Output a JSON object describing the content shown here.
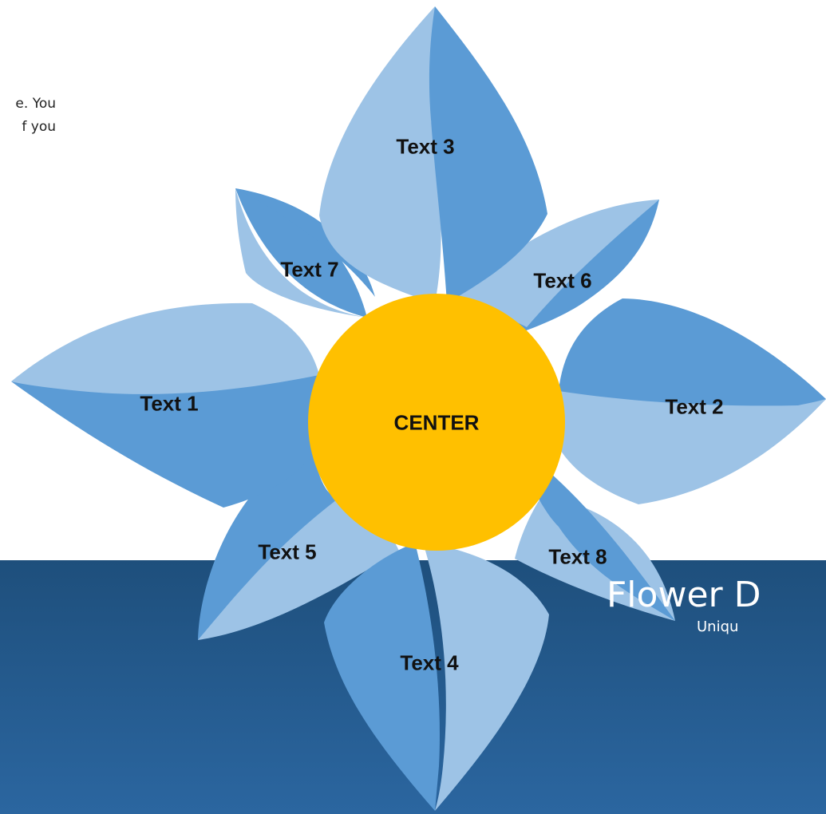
{
  "intro_fragments": [
    "e. You",
    "f you"
  ],
  "center_label": "CENTER",
  "petals": [
    {
      "id": "text-3",
      "label": "Text 3"
    },
    {
      "id": "text-6",
      "label": "Text 6"
    },
    {
      "id": "text-2",
      "label": "Text 2"
    },
    {
      "id": "text-8",
      "label": "Text 8"
    },
    {
      "id": "text-4",
      "label": "Text 4"
    },
    {
      "id": "text-5",
      "label": "Text 5"
    },
    {
      "id": "text-1",
      "label": "Text 1"
    },
    {
      "id": "text-7",
      "label": "Text 7"
    }
  ],
  "title": "Flower D",
  "subtitle": "Uniqu",
  "colors": {
    "band_top": "#1e4f7c",
    "band_bottom": "#2b66a0",
    "petal_light": "#9dc3e6",
    "petal_dark": "#5b9bd5",
    "center": "#ffc000",
    "text": "#111111",
    "title": "#ffffff"
  }
}
